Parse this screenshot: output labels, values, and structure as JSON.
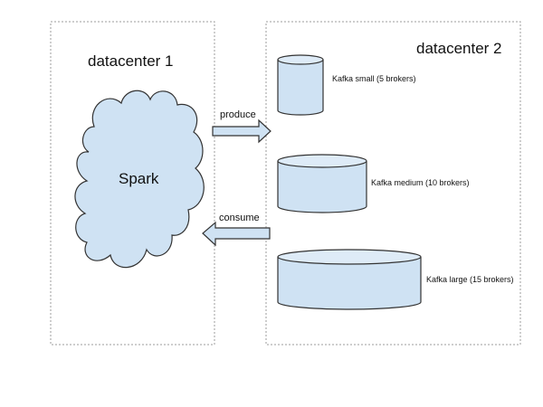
{
  "datacenters": [
    {
      "title": "datacenter 1"
    },
    {
      "title": "datacenter 2"
    }
  ],
  "spark": {
    "label": "Spark",
    "shape": "cloud"
  },
  "arrows": {
    "produce": {
      "label": "produce",
      "direction": "right"
    },
    "consume": {
      "label": "consume",
      "direction": "left"
    }
  },
  "kafka_clusters": [
    {
      "label": "Kafka small (5 brokers)",
      "brokers": 5
    },
    {
      "label": "Kafka medium (10 brokers)",
      "brokers": 10
    },
    {
      "label": "Kafka large (15 brokers)",
      "brokers": 15
    }
  ],
  "colors": {
    "fill": "#cfe2f3",
    "stroke": "#333333",
    "border": "#9e9e9e"
  }
}
